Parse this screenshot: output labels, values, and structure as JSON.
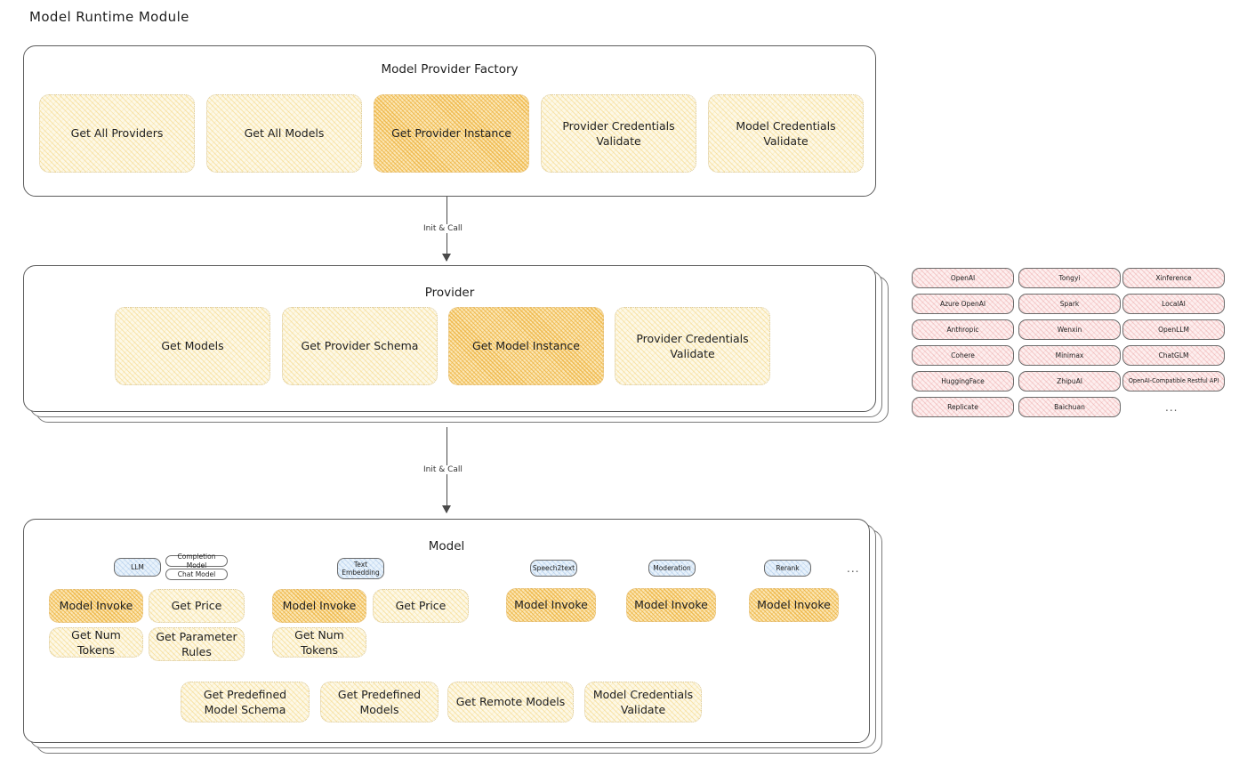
{
  "page": {
    "title": "Model Runtime Module"
  },
  "factory": {
    "title": "Model Provider Factory",
    "nodes": [
      {
        "label": "Get All Providers",
        "highlighted": false
      },
      {
        "label": "Get All Models",
        "highlighted": false
      },
      {
        "label": "Get Provider Instance",
        "highlighted": true
      },
      {
        "label": "Provider Credentials Validate",
        "highlighted": false
      },
      {
        "label": "Model Credentials Validate",
        "highlighted": false
      }
    ]
  },
  "arrows": [
    {
      "label": "Init & Call",
      "from": "Model Provider Factory",
      "to": "Provider"
    },
    {
      "label": "Init & Call",
      "from": "Provider",
      "to": "Model"
    }
  ],
  "provider": {
    "title": "Provider",
    "nodes": [
      {
        "label": "Get Models",
        "highlighted": false
      },
      {
        "label": "Get Provider Schema",
        "highlighted": false
      },
      {
        "label": "Get Model Instance",
        "highlighted": true
      },
      {
        "label": "Provider Credentials Validate",
        "highlighted": false
      }
    ]
  },
  "provider_list": {
    "columns": [
      {
        "items": [
          "OpenAI",
          "Azure OpenAI",
          "Anthropic",
          "Cohere",
          "HuggingFace",
          "Replicate"
        ]
      },
      {
        "items": [
          "Tongyi",
          "Spark",
          "Wenxin",
          "Minimax",
          "ZhipuAI",
          "Baichuan"
        ]
      },
      {
        "items": [
          "Xinference",
          "LocalAI",
          "OpenLLM",
          "ChatGLM",
          "OpenAI-Compatible Restful API"
        ]
      }
    ],
    "more": "..."
  },
  "model": {
    "title": "Model",
    "more": "...",
    "types": [
      {
        "name": "LLM",
        "subtypes": [
          "Completion Model",
          "Chat Model"
        ],
        "actions": [
          {
            "label": "Model Invoke",
            "highlighted": true
          },
          {
            "label": "Get Price",
            "highlighted": false
          },
          {
            "label": "Get Num Tokens",
            "highlighted": false
          },
          {
            "label": "Get Parameter Rules",
            "highlighted": false
          }
        ]
      },
      {
        "name": "Text Embedding",
        "subtypes": [],
        "actions": [
          {
            "label": "Model Invoke",
            "highlighted": true
          },
          {
            "label": "Get Price",
            "highlighted": false
          },
          {
            "label": "Get Num Tokens",
            "highlighted": false
          }
        ]
      },
      {
        "name": "Speech2text",
        "subtypes": [],
        "actions": [
          {
            "label": "Model Invoke",
            "highlighted": true
          }
        ]
      },
      {
        "name": "Moderation",
        "subtypes": [],
        "actions": [
          {
            "label": "Model Invoke",
            "highlighted": true
          }
        ]
      },
      {
        "name": "Rerank",
        "subtypes": [],
        "actions": [
          {
            "label": "Model Invoke",
            "highlighted": true
          }
        ]
      }
    ],
    "common_actions": [
      "Get Predefined Model Schema",
      "Get Predefined Models",
      "Get Remote Models",
      "Model Credentials Validate"
    ]
  },
  "colors": {
    "stroke": "#5c5c5c",
    "text": "#1e1e1e",
    "node_pale": "#fdf8e6",
    "node_strong": "#fbe6b4",
    "provider_pill": "#fdeeee",
    "model_type_pill": "#e8f2fb"
  }
}
